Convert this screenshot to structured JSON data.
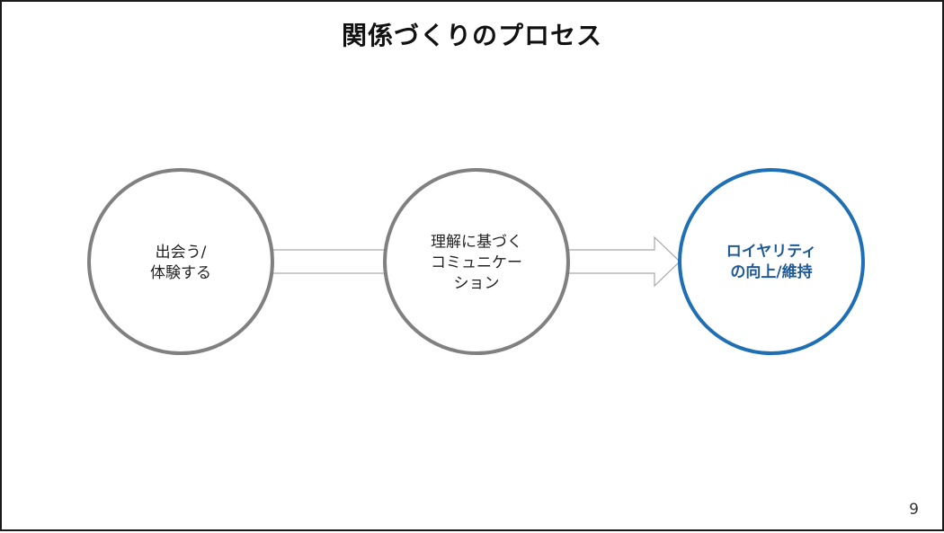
{
  "slide": {
    "title": "関係づくりのプロセス",
    "page_number": "9"
  },
  "nodes": [
    {
      "lines": [
        "出会う/",
        "体験する"
      ]
    },
    {
      "lines": [
        "理解に基づく",
        "コミュニケー",
        "ション"
      ]
    },
    {
      "lines": [
        "ロイヤリティ",
        "の向上/維持"
      ]
    }
  ],
  "colors": {
    "node_border": "#808080",
    "highlight_border": "#1f6fb5",
    "highlight_text": "#1f5a96",
    "arrow_stroke": "#a6a6a6"
  }
}
